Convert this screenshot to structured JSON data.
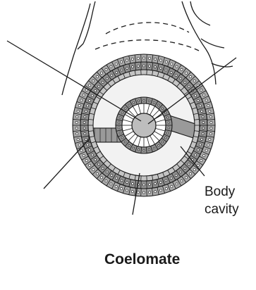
{
  "diagram": {
    "labels": {
      "body_cavity_line1": "Body",
      "body_cavity_line2": "cavity"
    },
    "title": "Coelomate",
    "colors": {
      "ink": "#1a1a1a",
      "outer_cells": "#a9a9a9",
      "inner_cells": "#8f8f8f",
      "coelom": "#f2f2f2",
      "gut_lumen": "#bdbdbd",
      "cell_nucleus": "#ffffff"
    }
  }
}
